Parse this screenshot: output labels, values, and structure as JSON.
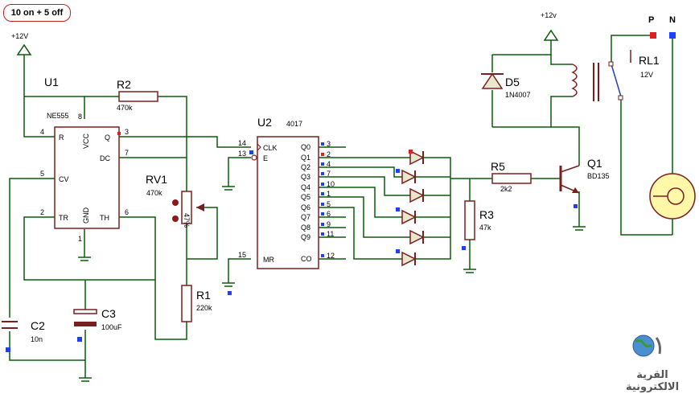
{
  "title_badge": "10 on + 5 off",
  "power": {
    "vcc_left": "+12V",
    "vcc_right": "+12v",
    "p": "P",
    "n": "N"
  },
  "u1": {
    "ref": "U1",
    "part": "NE555",
    "pins": {
      "p4": "4",
      "p8": "8",
      "p3": "3",
      "p7": "7",
      "p5": "5",
      "p2": "2",
      "p6": "6",
      "p1": "1"
    },
    "names": {
      "r": "R",
      "vcc": "VCC",
      "q": "Q",
      "dc": "DC",
      "cv": "CV",
      "tr": "TR",
      "th": "TH",
      "gnd": "GND"
    }
  },
  "r2": {
    "ref": "R2",
    "value": "470k"
  },
  "rv1": {
    "ref": "RV1",
    "value": "470k",
    "mark": "47%"
  },
  "r1": {
    "ref": "R1",
    "value": "220k"
  },
  "c2": {
    "ref": "C2",
    "value": "10n"
  },
  "c3": {
    "ref": "C3",
    "value": "100uF"
  },
  "u2": {
    "ref": "U2",
    "part": "4017",
    "left_pins": {
      "clk_n": "14",
      "e_n": "13",
      "mr_n": "15"
    },
    "left_names": {
      "clk": "CLK",
      "e": "E",
      "mr": "MR"
    },
    "right_names": [
      "Q0",
      "Q1",
      "Q2",
      "Q3",
      "Q4",
      "Q5",
      "Q6",
      "Q7",
      "Q8",
      "Q9",
      "CO"
    ],
    "right_pins": [
      "3",
      "2",
      "4",
      "7",
      "10",
      "1",
      "5",
      "6",
      "9",
      "11",
      "12"
    ]
  },
  "r5": {
    "ref": "R5",
    "value": "2k2"
  },
  "r3": {
    "ref": "R3",
    "value": "47k"
  },
  "q1": {
    "ref": "Q1",
    "part": "BD135"
  },
  "d5": {
    "ref": "D5",
    "part": "1N4007"
  },
  "rl1": {
    "ref": "RL1",
    "value": "12V"
  },
  "logo": {
    "text": "القرية الالكترونية"
  }
}
